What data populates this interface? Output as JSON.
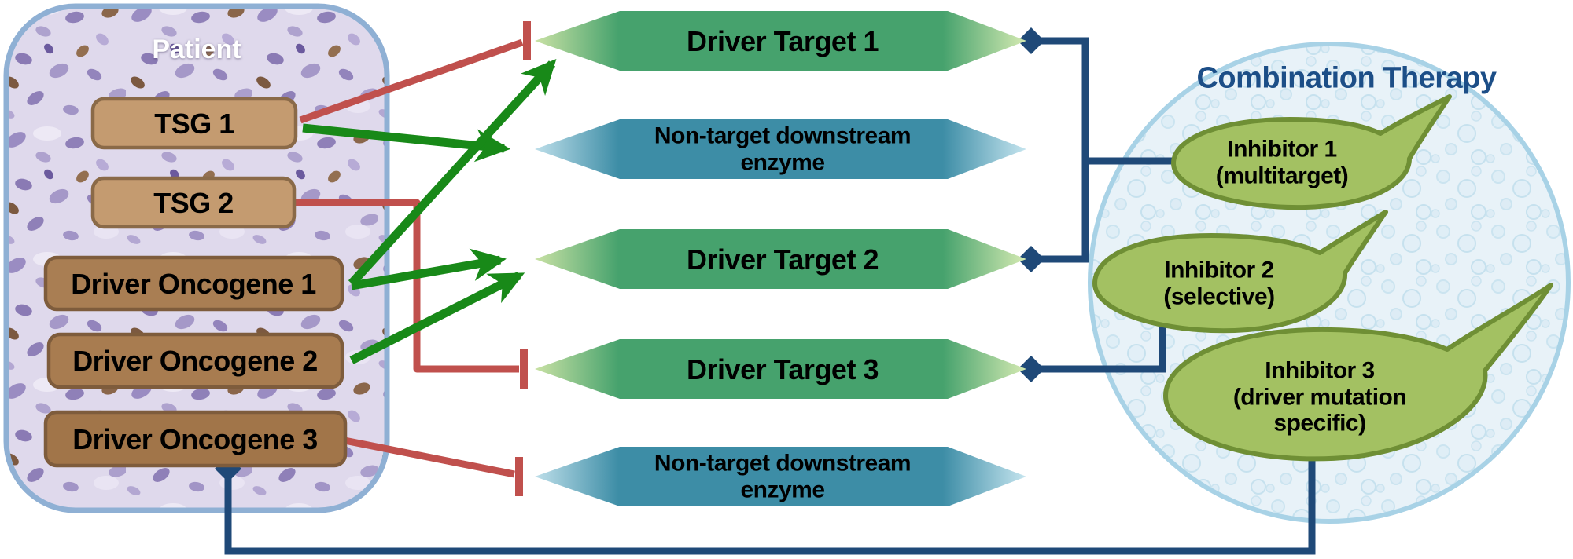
{
  "patient": {
    "title": "Patient",
    "genes": [
      {
        "label": "TSG 1"
      },
      {
        "label": "TSG 2"
      },
      {
        "label": "Driver Oncogene 1"
      },
      {
        "label": "Driver Oncogene 2"
      },
      {
        "label": "Driver Oncogene 3"
      }
    ]
  },
  "targets": [
    {
      "id": "driver-target-1",
      "lines": [
        "Driver Target 1"
      ]
    },
    {
      "id": "non-target-enzyme-top",
      "lines": [
        "Non-target downstream",
        "enzyme"
      ]
    },
    {
      "id": "driver-target-2",
      "lines": [
        "Driver Target 2"
      ]
    },
    {
      "id": "driver-target-3",
      "lines": [
        "Driver Target 3"
      ]
    },
    {
      "id": "non-target-enzyme-bottom",
      "lines": [
        "Non-target downstream",
        "enzyme"
      ]
    }
  ],
  "therapy": {
    "title": "Combination Therapy",
    "inhibitors": [
      {
        "lines": [
          "Inhibitor 1",
          "(multitarget)"
        ]
      },
      {
        "lines": [
          "Inhibitor 2",
          "(selective)"
        ]
      },
      {
        "lines": [
          "Inhibitor 3",
          "(driver mutation",
          "specific)"
        ]
      }
    ]
  },
  "connections": [
    {
      "from": "TSG 1",
      "to": "Driver Target 1",
      "type": "inhibition",
      "color": "red"
    },
    {
      "from": "TSG 1",
      "to": "Non-target downstream enzyme (top)",
      "type": "activation",
      "color": "green"
    },
    {
      "from": "TSG 2",
      "to": "Driver Target 3",
      "type": "inhibition",
      "color": "red"
    },
    {
      "from": "Driver Oncogene 1",
      "to": "Driver Target 1",
      "type": "activation",
      "color": "green"
    },
    {
      "from": "Driver Oncogene 1",
      "to": "Driver Target 2",
      "type": "activation",
      "color": "green"
    },
    {
      "from": "Driver Oncogene 2",
      "to": "Driver Target 2",
      "type": "activation",
      "color": "green"
    },
    {
      "from": "Driver Oncogene 3",
      "to": "Non-target downstream enzyme (bottom)",
      "type": "inhibition",
      "color": "red"
    },
    {
      "from": "Inhibitor 1",
      "to": "Driver Target 1",
      "type": "drug-target link",
      "color": "navy"
    },
    {
      "from": "Inhibitor 1",
      "to": "Driver Target 2",
      "type": "drug-target link",
      "color": "navy"
    },
    {
      "from": "Inhibitor 2",
      "to": "Driver Target 3",
      "type": "drug-target link",
      "color": "navy"
    },
    {
      "from": "Inhibitor 3",
      "to": "Driver Oncogene 3",
      "type": "drug-target link",
      "color": "navy"
    }
  ],
  "colors": {
    "activation_green": "#188918",
    "inhibition_red": "#C0504D",
    "link_navy": "#1F4978",
    "target_green": "#46A26D",
    "enzyme_teal": "#3D8DA6",
    "inhibitor_leaf_fill": "#A3C162",
    "inhibitor_leaf_border": "#6F8F35",
    "therapy_fill": "#E8F2F8",
    "therapy_border": "#A8D2E6",
    "tsg_box_fill": "#C49B70",
    "oncogene_box_fill": "#A87C50",
    "patient_border": "#8FB0D4",
    "title_navy": "#1C4E87"
  }
}
